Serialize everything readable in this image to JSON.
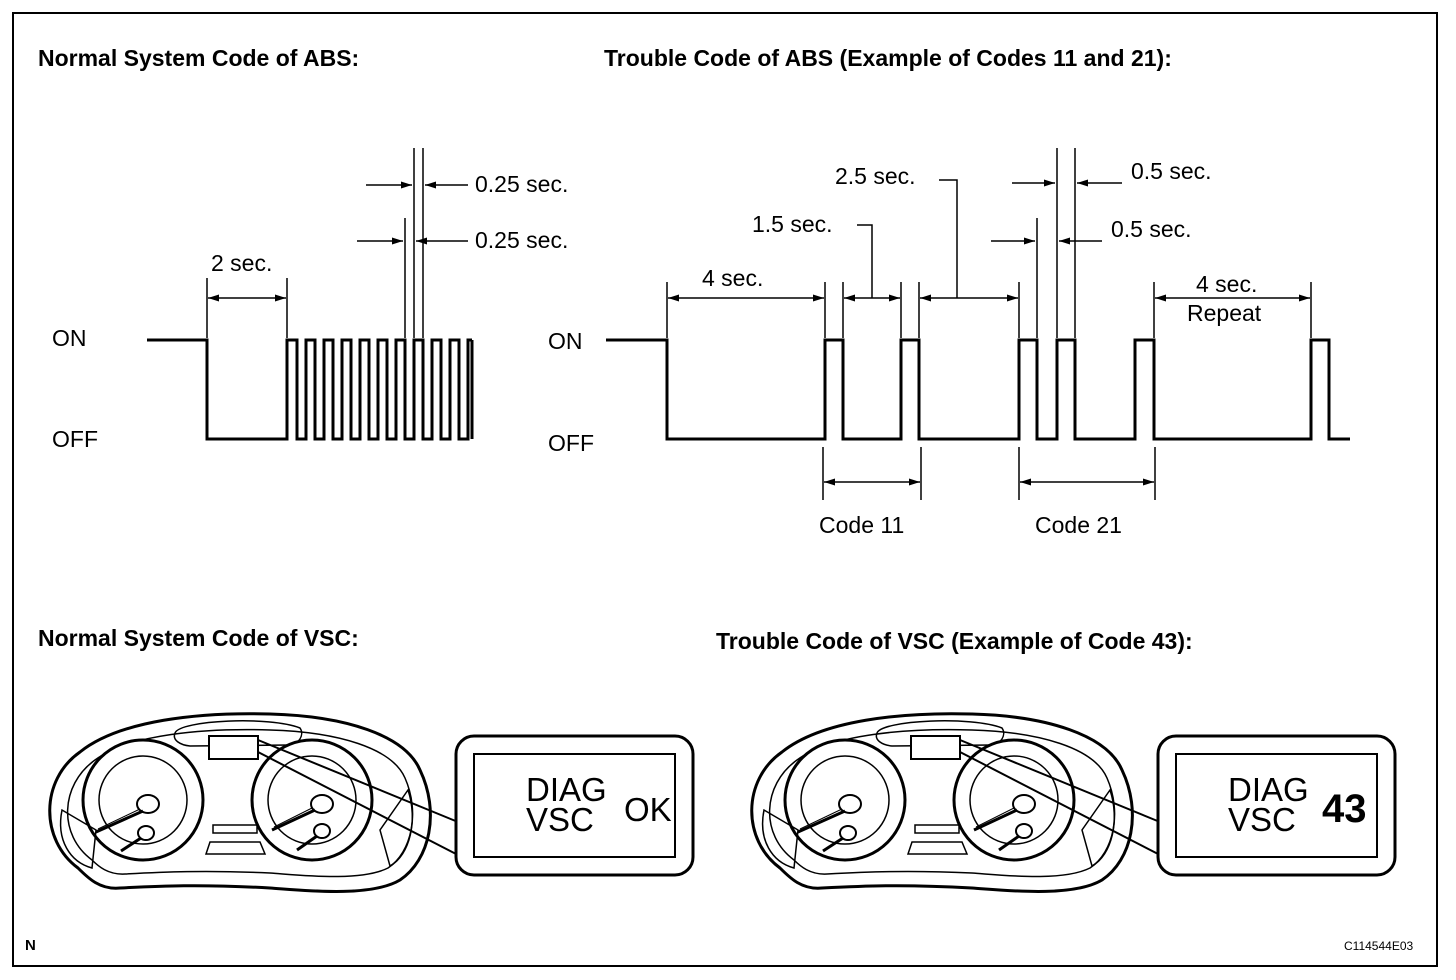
{
  "headings": {
    "abs_normal": "Normal System Code of ABS:",
    "abs_trouble": "Trouble Code of ABS (Example of Codes 11 and 21):",
    "vsc_normal": "Normal System Code of VSC:",
    "vsc_trouble": "Trouble Code of VSC (Example of Code 43):"
  },
  "abs_normal": {
    "on": "ON",
    "off": "OFF",
    "two_sec": "2 sec.",
    "quarter_sec_a": "0.25 sec.",
    "quarter_sec_b": "0.25 sec."
  },
  "abs_trouble": {
    "on": "ON",
    "off": "OFF",
    "four_sec": "4 sec.",
    "one_half_sec": "1.5 sec.",
    "two_half_sec": "2.5 sec.",
    "half_sec_a": "0.5 sec.",
    "half_sec_b": "0.5 sec.",
    "four_sec_repeat": "4 sec.",
    "repeat": "Repeat",
    "code_11": "Code 11",
    "code_21": "Code 21"
  },
  "vsc_normal": {
    "diag": "DIAG",
    "vsc": "VSC",
    "result": "OK"
  },
  "vsc_trouble": {
    "diag": "DIAG",
    "vsc": "VSC",
    "result": "43"
  },
  "corner": {
    "left": "N",
    "right": "C114544E03"
  }
}
